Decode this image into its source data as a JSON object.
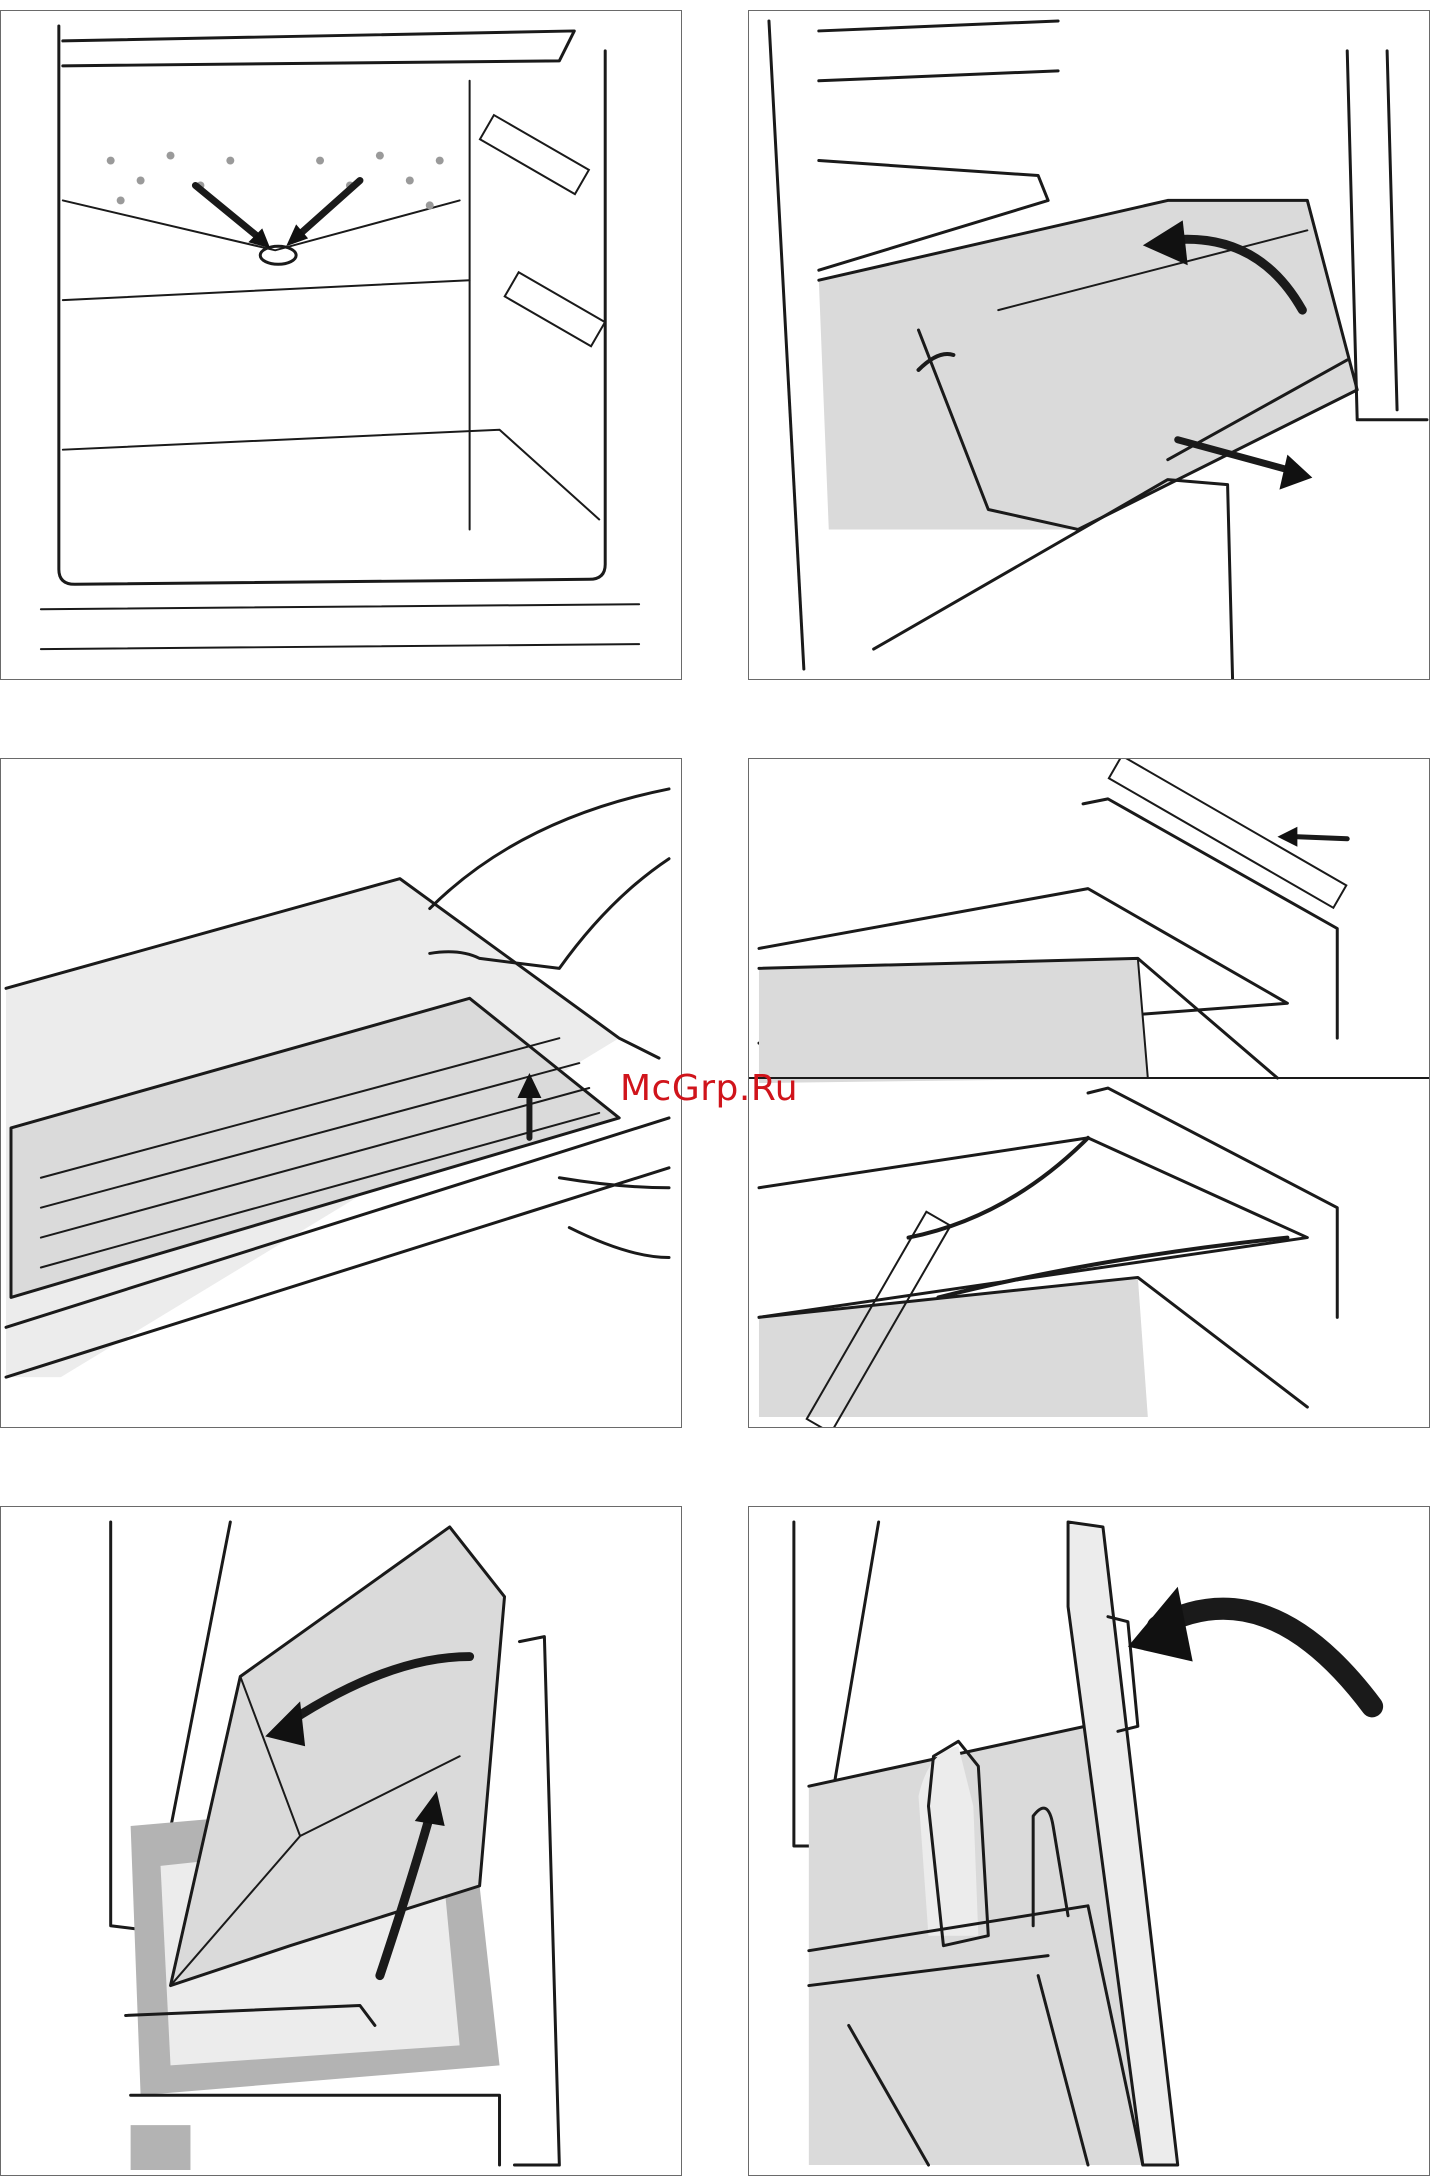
{
  "watermark": {
    "text": "McGrp.Ru",
    "color": "#d0141b"
  },
  "panels": [
    {
      "id": 1,
      "icon": "fridge-drain-hole-icon"
    },
    {
      "id": 2,
      "icon": "drawer-removal-icon"
    },
    {
      "id": 3,
      "icon": "tray-lift-icon"
    },
    {
      "id": 4,
      "icon": "rail-mounting-icon"
    },
    {
      "id": 5,
      "icon": "drawer-tilt-insert-icon"
    },
    {
      "id": 6,
      "icon": "drawer-close-icon"
    }
  ]
}
